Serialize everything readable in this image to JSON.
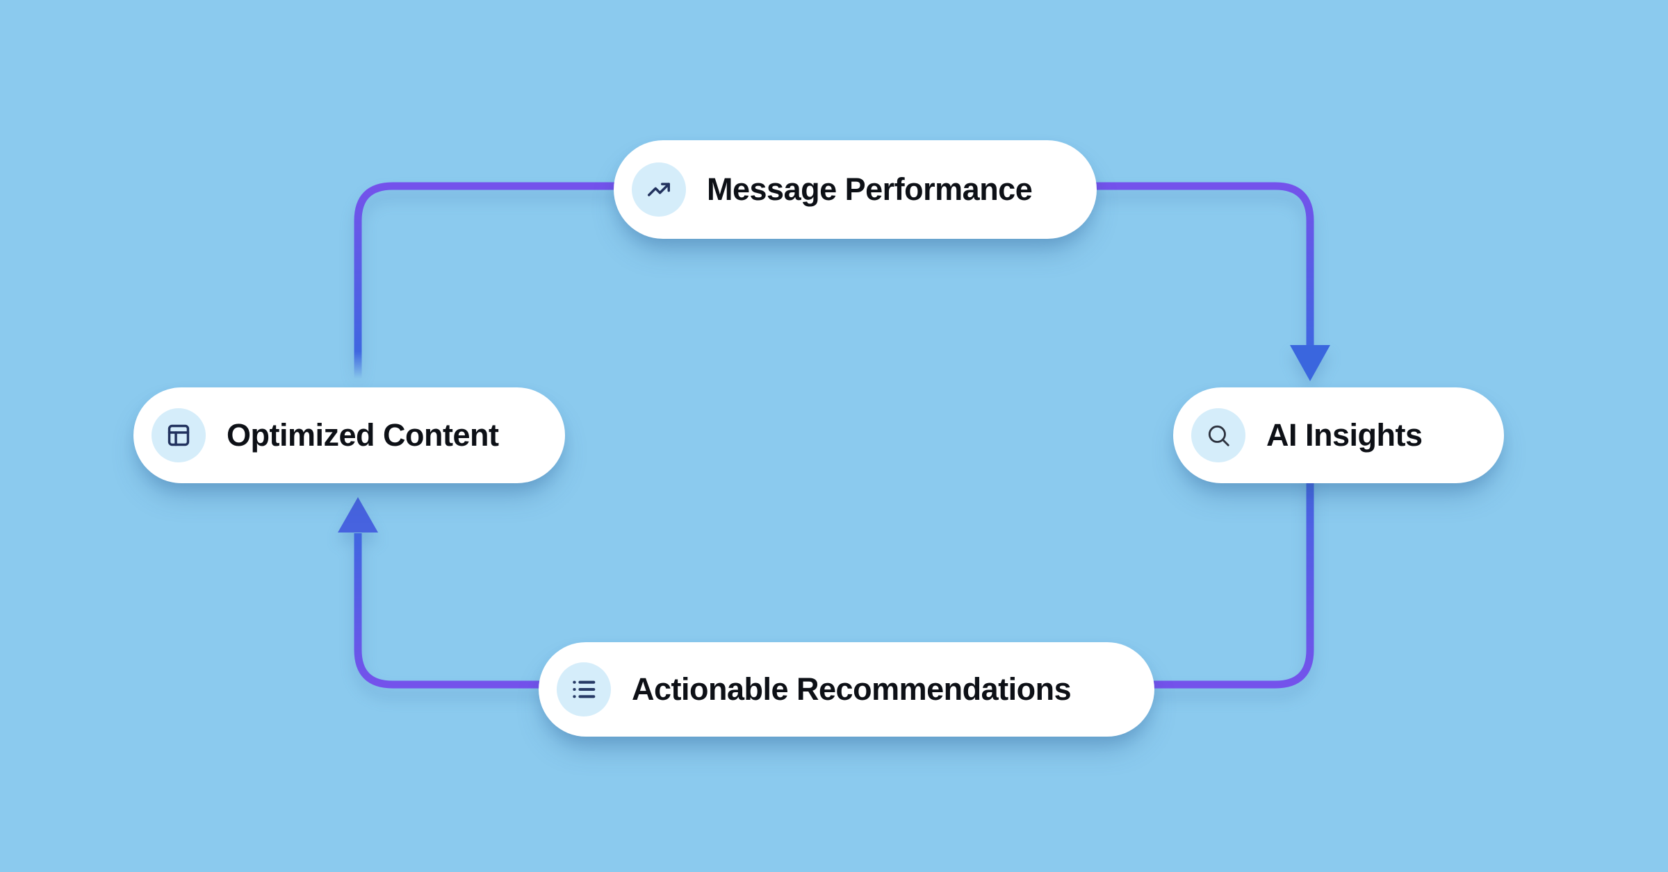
{
  "diagram": {
    "type": "cycle-flow",
    "nodes": [
      {
        "id": "message-performance",
        "label": "Message Performance",
        "icon": "trending-up-icon"
      },
      {
        "id": "ai-insights",
        "label": "AI Insights",
        "icon": "search-icon"
      },
      {
        "id": "actionable-recommendations",
        "label": "Actionable Recommendations",
        "icon": "list-icon"
      },
      {
        "id": "optimized-content",
        "label": "Optimized Content",
        "icon": "layout-icon"
      }
    ],
    "edges": [
      {
        "from": "message-performance",
        "to": "ai-insights",
        "arrowhead": true
      },
      {
        "from": "ai-insights",
        "to": "actionable-recommendations",
        "arrowhead": false
      },
      {
        "from": "actionable-recommendations",
        "to": "optimized-content",
        "arrowhead": true
      },
      {
        "from": "optimized-content",
        "to": "message-performance",
        "arrowhead": false
      }
    ]
  },
  "colors": {
    "canvas_bg": "#8BCAEE",
    "node_bg": "#FFFFFF",
    "icon_circle_bg": "#D5EDFA",
    "label_text": "#0D1016",
    "line_purple": "#7452EB",
    "line_blue": "#3F66E0",
    "arrow_down_blue": "#3A66DE",
    "arrow_up_blue": "#4763DF",
    "icon_stroke_dark": "#22325E",
    "icon_stroke_search": "#2D323E",
    "icon_stroke_list": "#273A66"
  }
}
